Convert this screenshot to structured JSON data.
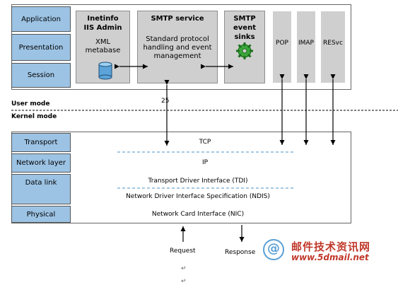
{
  "layers_top": [
    "Application",
    "Presentation",
    "Session"
  ],
  "layers_bottom": [
    "Transport",
    "Network layer",
    "Data link",
    "Physical"
  ],
  "boxes": {
    "inetinfo": {
      "title": "Inetinfo\nIIS Admin",
      "body": "XML\nmetabase"
    },
    "smtp": {
      "title": "SMTP service",
      "body": "Standard protocol\nhandling and event\nmanagement"
    },
    "sinks": {
      "title": "SMTP\nevent\nsinks"
    }
  },
  "pillars": [
    "POP",
    "IMAP",
    "RESvc"
  ],
  "modes": {
    "user": "User mode",
    "kernel": "Kernel mode"
  },
  "port": "25",
  "kernel": {
    "tcp": "TCP",
    "ip": "IP",
    "tdi": "Transport Driver Interface (TDI)",
    "ndis": "Network Driver Interface Specification (NDIS)",
    "nic": "Network Card Interface (NIC)"
  },
  "io": {
    "request": "Request",
    "response": "Response"
  },
  "marks": [
    "↵",
    "↵"
  ],
  "watermark": {
    "text": "邮件技术资讯网",
    "url": "www.5dmail.net"
  },
  "colors": {
    "layer": "#9cc3e4",
    "box": "#cfcfcf",
    "dash": "#4a90c8",
    "gear": "#3aa63a",
    "cylinder": "#5ba3d8"
  }
}
